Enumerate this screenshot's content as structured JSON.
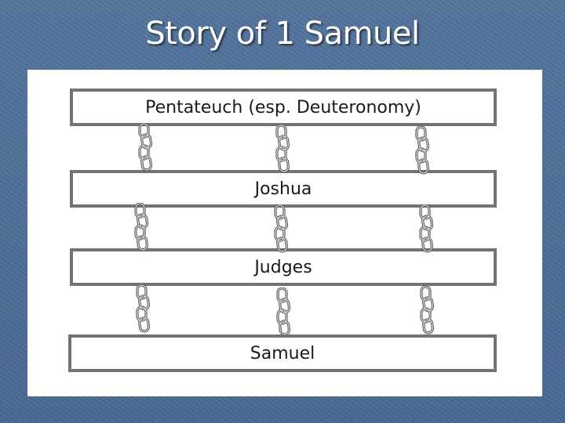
{
  "slide": {
    "title": "Story of 1 Samuel"
  },
  "books": [
    {
      "label": "Pentateuch (esp. Deuteronomy)"
    },
    {
      "label": "Joshua"
    },
    {
      "label": "Judges"
    },
    {
      "label": "Samuel"
    }
  ],
  "icons": {
    "chain": "chain-link-icon"
  },
  "colors": {
    "background": "#4f6f98",
    "panel": "#ffffff",
    "bar_border": "#737373",
    "title_text": "#ffffff"
  }
}
